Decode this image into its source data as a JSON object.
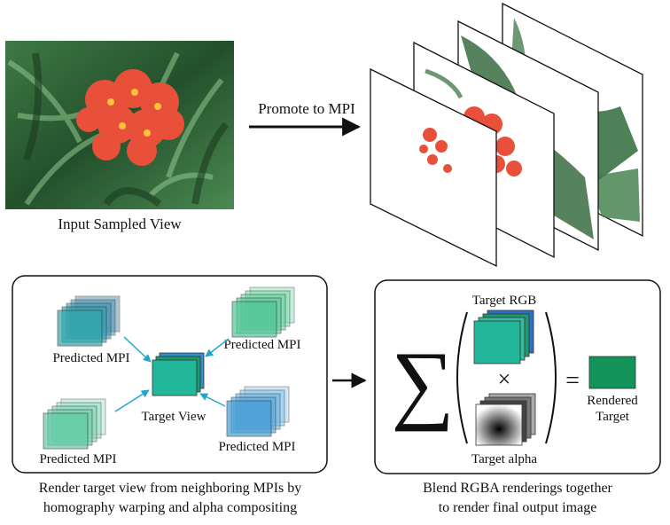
{
  "top": {
    "input_caption": "Input Sampled View",
    "promote_label": "Promote to MPI"
  },
  "left_panel": {
    "mpi_labels": [
      "Predicted MPI",
      "Predicted MPI",
      "Predicted MPI",
      "Predicted MPI"
    ],
    "target_view_label": "Target View",
    "caption_line1": "Render target view from neighboring MPIs by",
    "caption_line2": "homography warping and alpha compositing"
  },
  "right_panel": {
    "target_rgb_label": "Target RGB",
    "target_alpha_label": "Target alpha",
    "times_symbol": "×",
    "equals_symbol": "=",
    "sigma_symbol": "∑",
    "rendered_line1": "Rendered",
    "rendered_line2": "Target",
    "caption_line1": "Blend RGBA renderings together",
    "caption_line2": "to render final output image"
  },
  "colors": {
    "teal": "#22b79b",
    "dark_green": "#12935a",
    "blue_mpi": "#3aa0d8",
    "green_mpi": "#5fd6a0",
    "flower_red": "#e8503a",
    "leaf_green": "#2f6b3a"
  }
}
